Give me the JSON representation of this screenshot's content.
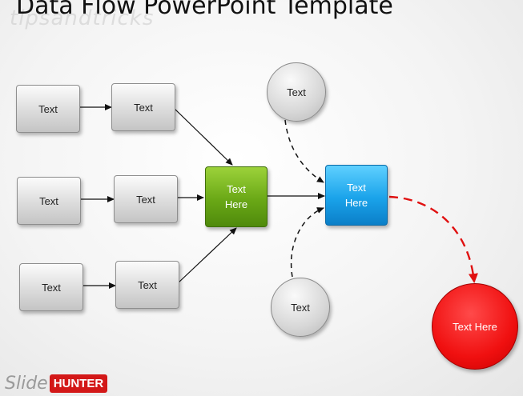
{
  "title": "Data Flow PowerPoint Template",
  "watermark": "tipsandtricks",
  "nodes": {
    "box_r1_c1": "Text",
    "box_r1_c2": "Text",
    "box_r2_c1": "Text",
    "box_r2_c2": "Text",
    "box_r3_c1": "Text",
    "box_r3_c2": "Text",
    "green_hub": [
      "Text",
      "Here"
    ],
    "blue_hub": [
      "Text",
      "Here"
    ],
    "circle_top": "Text",
    "circle_bottom": "Text",
    "red_circle": "Text Here"
  },
  "logo": {
    "part1": "Slide",
    "part2": "HUNTER"
  },
  "colors": {
    "green": "#6aa816",
    "blue": "#1aa3ea",
    "red": "#f01010",
    "red_arrow": "#e01010",
    "arrow": "#111111"
  }
}
